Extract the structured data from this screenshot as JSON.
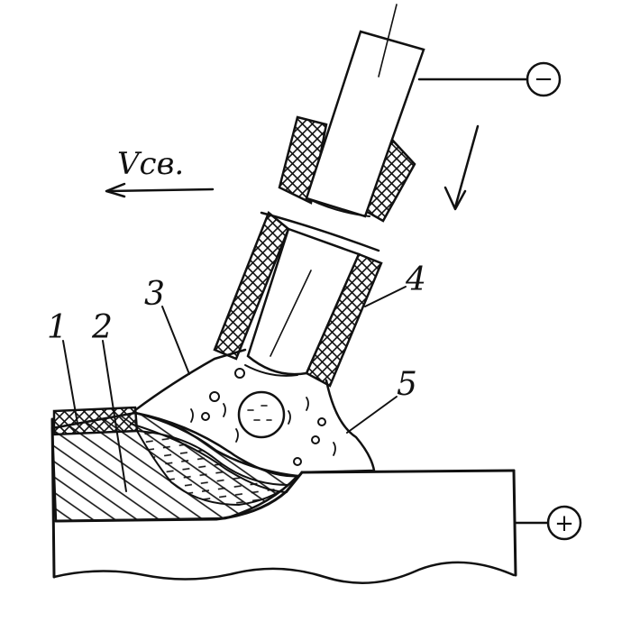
{
  "colors": {
    "ink": "#111111",
    "paper": "#ffffff"
  },
  "labels": {
    "speed": "Vсв.",
    "part_1": "1",
    "part_2": "2",
    "part_3": "3",
    "part_4": "4",
    "part_5": "5",
    "negative": "−",
    "positive": "+"
  }
}
